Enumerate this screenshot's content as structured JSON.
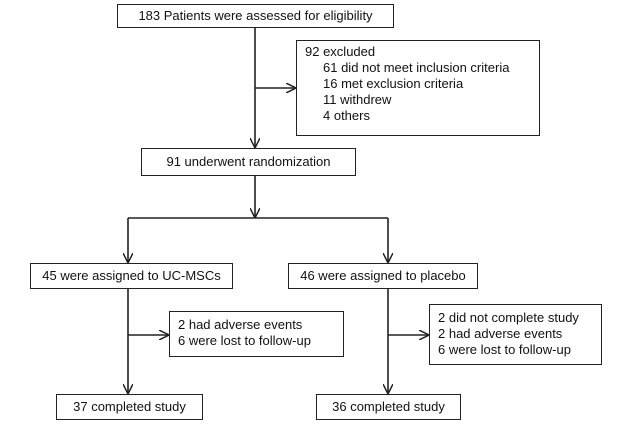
{
  "assessed": "183 Patients were assessed for eligibility",
  "excluded": {
    "title": "92 excluded",
    "items": [
      "61 did not meet inclusion criteria",
      "16 met exclusion criteria",
      "11 withdrew",
      "4 others"
    ]
  },
  "randomized": "91 underwent  randomization",
  "left_arm": {
    "assigned": "45 were assigned to UC-MSCs",
    "dropouts": [
      "2 had adverse events",
      "6 were lost to follow-up"
    ],
    "completed": "37 completed study"
  },
  "right_arm": {
    "assigned": "46 were assigned to placebo",
    "dropouts": [
      "2 did not complete study",
      "2 had adverse events",
      "6 were lost to follow-up"
    ],
    "completed": "36 completed study"
  }
}
